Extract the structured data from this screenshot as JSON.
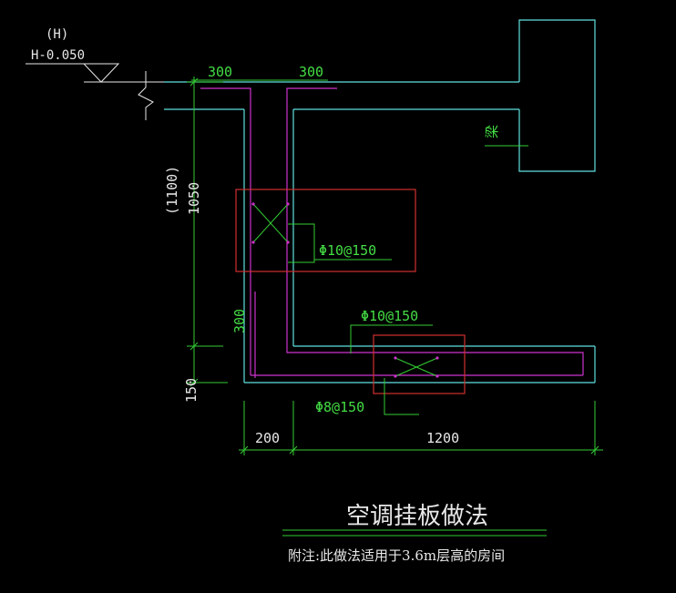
{
  "elevation": {
    "tag": "(H)",
    "value": "H-0.050"
  },
  "labels": {
    "top_left_width": "300",
    "top_right_width": "300",
    "beam": "梁",
    "rebar_vertical": "Φ10@150",
    "rebar_horizontal_top": "Φ10@150",
    "rebar_horizontal_bottom": "Φ8@150",
    "height_total": "1050",
    "height_total_alt": "(1100)",
    "height_300": "300",
    "height_150": "150",
    "width_200": "200",
    "width_1200": "1200"
  },
  "title": "空调挂板做法",
  "note": "附注:此做法适用于3.6m层高的房间",
  "colors": {
    "concrete": "#5fe0e0",
    "rebar": "#cc33cc",
    "dimension": "#33cc33",
    "detail_box": "#d03030",
    "text_white": "#e8e8e8",
    "text_green": "#44dd44"
  }
}
